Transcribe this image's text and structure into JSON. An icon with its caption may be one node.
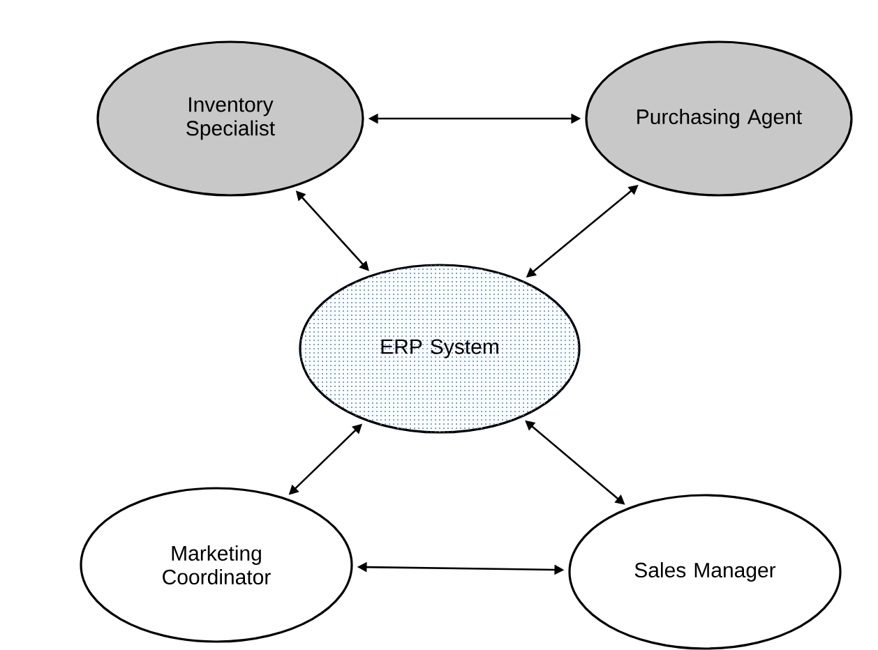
{
  "diagram": {
    "nodes": [
      {
        "text": [
          "Inventory Specialist"
        ]
      },
      {
        "text": [
          "Purchasing Agent"
        ]
      },
      {
        "text": [
          "ERP System"
        ]
      },
      {
        "text": [
          "Marketing Coordinator"
        ]
      },
      {
        "text": [
          "Sales Manager"
        ]
      }
    ],
    "edges": [
      {
        "from": 0,
        "to": 1,
        "arrow": "both"
      },
      {
        "from": 0,
        "to": 2,
        "arrow": "both"
      },
      {
        "from": 1,
        "to": 2,
        "arrow": "both"
      },
      {
        "from": 2,
        "to": 3,
        "arrow": "both"
      },
      {
        "from": 2,
        "to": 4,
        "arrow": "both"
      },
      {
        "from": 3,
        "to": 4,
        "arrow": "both"
      }
    ]
  }
}
